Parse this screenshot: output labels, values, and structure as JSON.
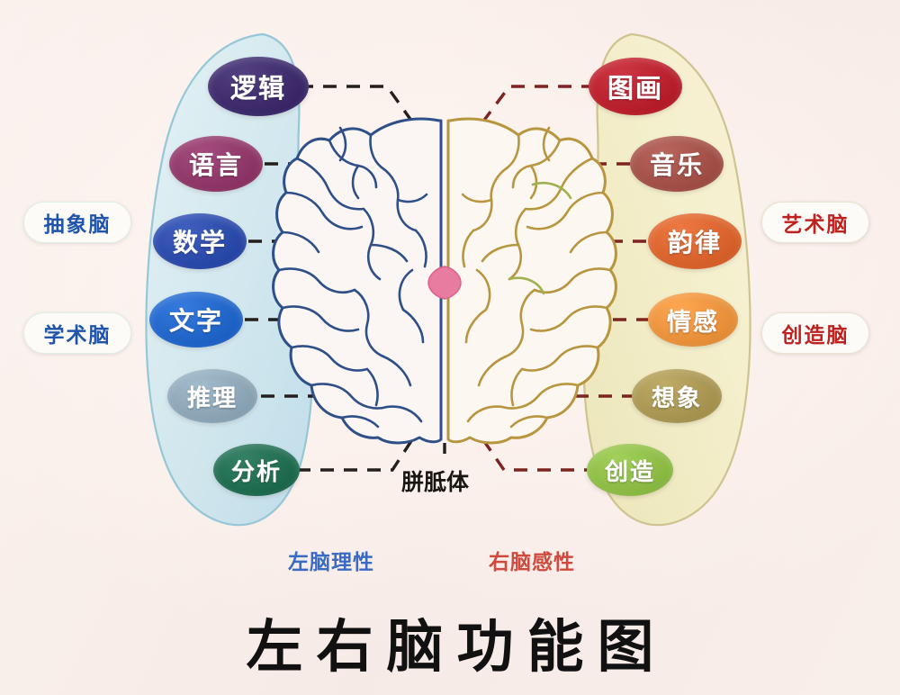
{
  "title": "左右脑功能图",
  "background_color": "#f9efeb",
  "center": {
    "corpus_callosum_label": "胼胝体",
    "left_caption": "左脑理性",
    "right_caption": "右脑感性",
    "left_caption_color": "#3a6bc4",
    "right_caption_color": "#cf4a3d",
    "corpus_marker_color": "#e87ba0"
  },
  "left_brain": {
    "blob_fill": "#d3e9ef",
    "blob_stroke": "#8fc4d6",
    "outline_color": "#2f4f88",
    "dash_color": "#231f1c",
    "side_labels": [
      {
        "label": "抽象脑",
        "color": "#1f54ab"
      },
      {
        "label": "学术脑",
        "color": "#1f54ab"
      }
    ],
    "functions": [
      {
        "label": "逻辑",
        "color": "#3c2a6b"
      },
      {
        "label": "语言",
        "color": "#8e3667"
      },
      {
        "label": "数学",
        "color": "#2a49a8"
      },
      {
        "label": "文字",
        "color": "#2064c8"
      },
      {
        "label": "推理",
        "color": "#8ba5b6"
      },
      {
        "label": "分析",
        "color": "#1f6b4f"
      }
    ]
  },
  "right_brain": {
    "blob_fill": "#f4f0cc",
    "blob_stroke": "#ccc08a",
    "outline_color": "#b8953f",
    "dash_color": "#7d2420",
    "side_labels": [
      {
        "label": "艺术脑",
        "color": "#bd2220"
      },
      {
        "label": "创造脑",
        "color": "#bd2220"
      }
    ],
    "functions": [
      {
        "label": "图画",
        "color": "#b81f2c"
      },
      {
        "label": "音乐",
        "color": "#a14f47"
      },
      {
        "label": "韵律",
        "color": "#d8622b"
      },
      {
        "label": "情感",
        "color": "#e8903a"
      },
      {
        "label": "想象",
        "color": "#a79551"
      },
      {
        "label": "创造",
        "color": "#8cbb45"
      }
    ]
  }
}
